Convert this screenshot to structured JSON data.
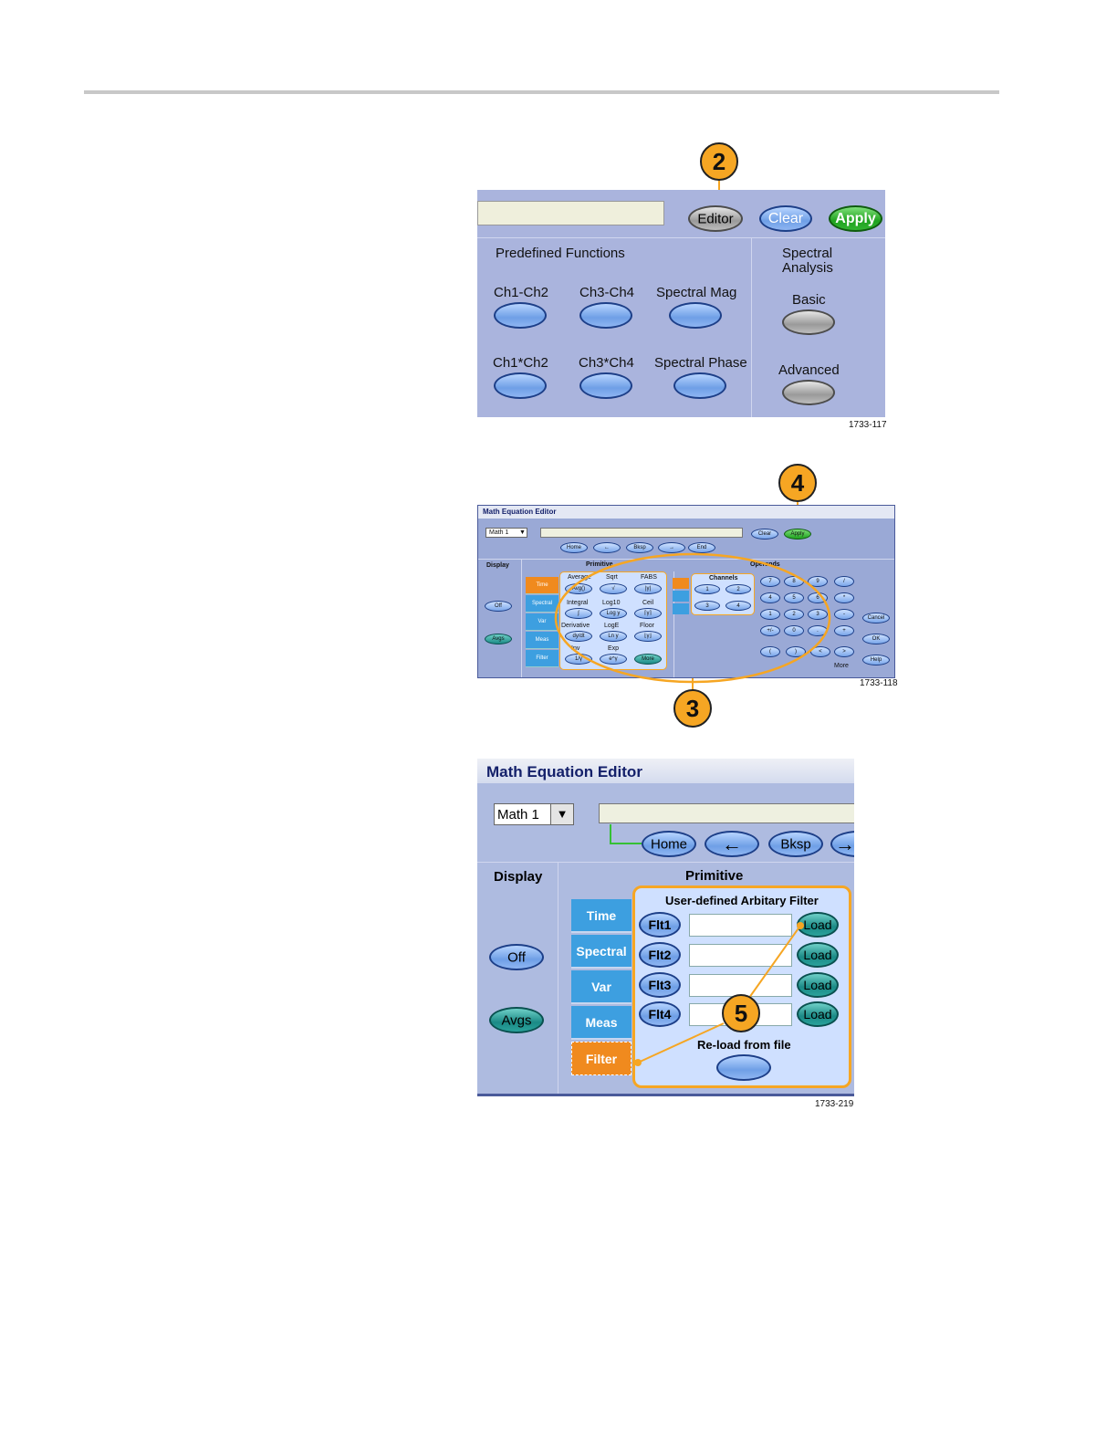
{
  "fig1": {
    "editor": "Editor",
    "clear": "Clear",
    "apply": "Apply",
    "predefined_title": "Predefined Functions",
    "functions": [
      "Ch1-Ch2",
      "Ch3-Ch4",
      "Spectral Mag",
      "Ch1*Ch2",
      "Ch3*Ch4",
      "Spectral Phase"
    ],
    "spectral_title_1": "Spectral",
    "spectral_title_2": "Analysis",
    "basic": "Basic",
    "advanced": "Advanced",
    "callout": "2",
    "figure_id": "1733-117"
  },
  "fig2": {
    "title": "Math Equation Editor",
    "math_select": "Math 1",
    "clear": "Clear",
    "apply": "Apply",
    "nav": [
      "Home",
      "Bksp",
      "End"
    ],
    "display": "Display",
    "off": "Off",
    "avgs": "Avgs",
    "tabs": [
      "Time",
      "Spectral",
      "Var",
      "Meas",
      "Filter"
    ],
    "primitive": "Primitive",
    "func_labels": [
      "Average",
      "Sqrt",
      "FABS",
      "Integral",
      "Log10",
      "Ceil",
      "Derivative",
      "LogE",
      "Floor",
      "Inv",
      "Exp"
    ],
    "more": "More",
    "channels": "Channels",
    "operands": "Operands",
    "keypad": [
      "7",
      "8",
      "9",
      "/",
      "4",
      "5",
      "6",
      "*",
      "1",
      "2",
      "3",
      "-",
      "+/-",
      "0",
      ".",
      "+",
      "(",
      ")",
      "<",
      ">"
    ],
    "cancel": "Cancel",
    "ok": "OK",
    "help": "Help",
    "callout_top": "4",
    "callout_bottom": "3",
    "figure_id": "1733-118"
  },
  "fig3": {
    "title": "Math Equation Editor",
    "math_select": "Math 1",
    "home": "Home",
    "bksp": "Bksp",
    "display": "Display",
    "off": "Off",
    "avgs": "Avgs",
    "primitive": "Primitive",
    "tabs": [
      "Time",
      "Spectral",
      "Var",
      "Meas",
      "Filter"
    ],
    "filter_title": "User-defined  Arbitary Filter",
    "filters": [
      "Flt1",
      "Flt2",
      "Flt3",
      "Flt4"
    ],
    "load": "Load",
    "reload": "Re-load from file",
    "callout": "5",
    "figure_id": "1733-219"
  }
}
